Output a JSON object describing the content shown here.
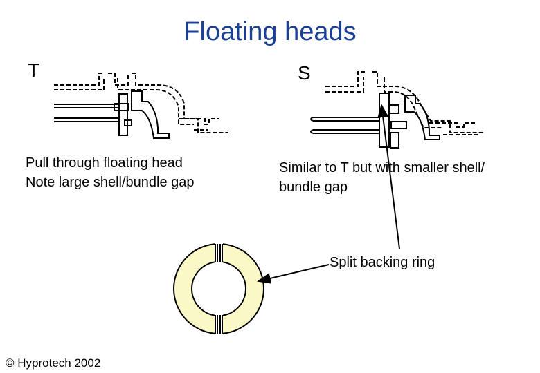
{
  "page": {
    "title": "Floating heads"
  },
  "left": {
    "tag": "T",
    "caption_lines": [
      "Pull through floating head",
      "Note large shell/bundle gap"
    ]
  },
  "right": {
    "tag": "S",
    "caption_lines": [
      "Similar to T but with smaller shell/",
      "bundle gap"
    ]
  },
  "ring": {
    "label": "Split backing ring",
    "fill_color": "#fbf8c8"
  },
  "footer": {
    "copyright": "© Hyprotech 2002"
  },
  "colors": {
    "title": "#1b3f95",
    "ink": "#000000"
  }
}
